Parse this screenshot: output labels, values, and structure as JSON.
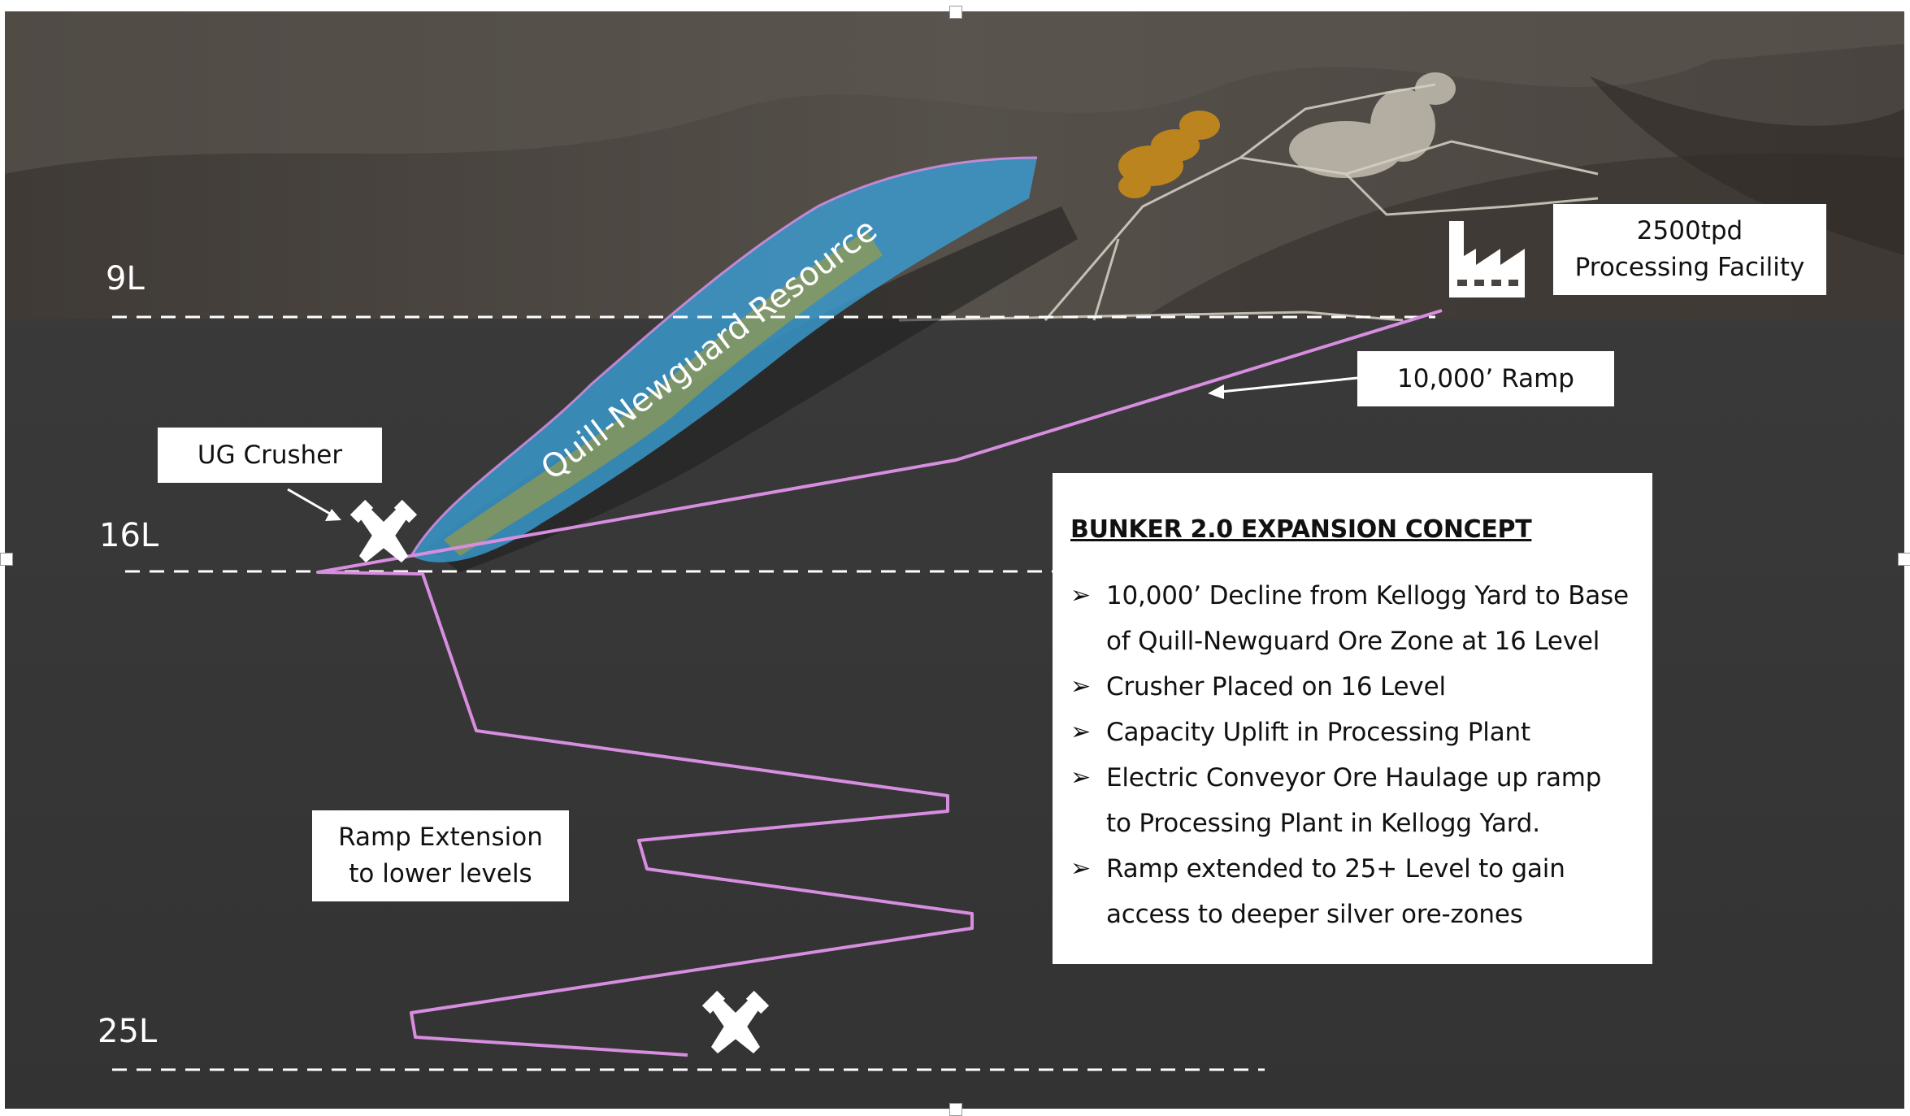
{
  "levels": {
    "level_9": "9L",
    "level_16": "16L",
    "level_25": "25L"
  },
  "callouts": {
    "processing_facility_line1": "2500tpd",
    "processing_facility_line2": "Processing Facility",
    "ramp": "10,000’ Ramp",
    "ug_crusher": "UG Crusher",
    "ramp_extension_line1": "Ramp Extension",
    "ramp_extension_line2": "to lower levels"
  },
  "resource_label": "Quill-Newguard Resource",
  "concept": {
    "title": "BUNKER 2.0 EXPANSION CONCEPT",
    "bullets": [
      "10,000’ Decline from Kellogg Yard to Base of Quill-Newguard Ore Zone at 16 Level",
      "Crusher Placed on 16 Level",
      "Capacity Uplift in Processing Plant",
      "Electric Conveyor Ore Haulage up ramp to Processing Plant in Kellogg Yard.",
      "Ramp extended to 25+ Level to gain access to deeper silver ore-zones"
    ]
  },
  "icons": {
    "factory": "factory-icon",
    "crusher": "pick-hammer-icon",
    "bullet_arrow": "arrow-bullet-icon"
  },
  "colors": {
    "surface": "#4a4540",
    "underground": "#3a3a3a",
    "ramp_line": "#d88ee0",
    "resource_blue": "#3aa0d8",
    "ore_orange": "#d89a20",
    "dashed_line": "#ffffff"
  }
}
